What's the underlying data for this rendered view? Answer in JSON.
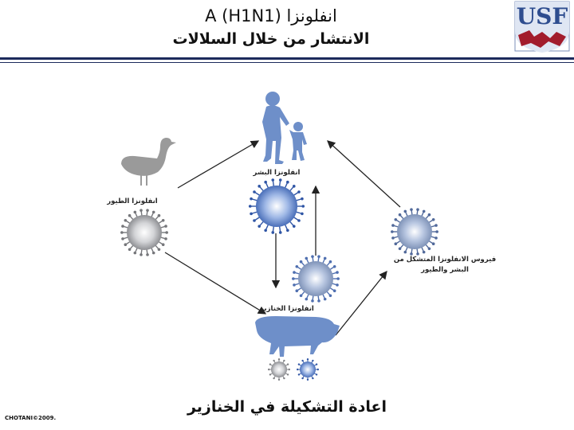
{
  "header": {
    "title_line1": "انفلونزا A (H1N1)",
    "title_line2": "الانتشار من خلال السلالات",
    "logo_text": "USF"
  },
  "diagram": {
    "human_label": "انفلونزا البشر",
    "bird_label": "انفلونزا الطيور",
    "pig_label": "انفلونزا الخنازير",
    "reassorted_label": "فيروس الانفلونزا المتشكل من البشر والطيور"
  },
  "caption": "اعادة التشكيلة في الخنازير",
  "copyright": "CHOTANI©2009.",
  "colors": {
    "header_rule": "#1c2a5c",
    "blue_virus": "#5b7fc4",
    "grey_virus": "#a9aaad",
    "silhouette_blue": "#6e8fc9",
    "silhouette_grey": "#9a9a9a"
  }
}
